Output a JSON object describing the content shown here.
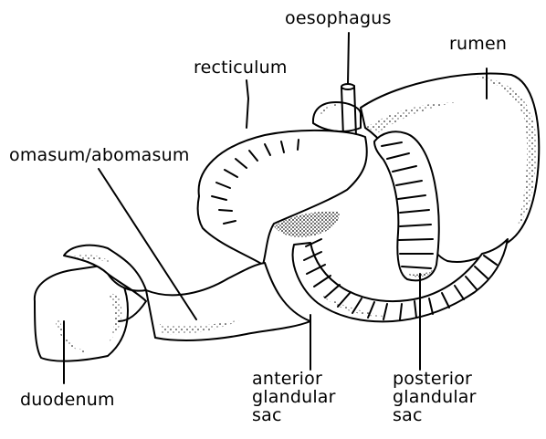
{
  "labels": {
    "oesophagus": "oesophagus",
    "rumen": "rumen",
    "recticulum": "recticulum",
    "omasum_abomasum": "omasum/abomasum",
    "duodenum": "duodenum",
    "anterior_glandular_sac": [
      "anterior",
      "glandular",
      "sac"
    ],
    "posterior_glandular_sac": [
      "posterior",
      "glandular",
      "sac"
    ]
  },
  "colors": {
    "ink": "#000000",
    "paper": "#ffffff"
  }
}
